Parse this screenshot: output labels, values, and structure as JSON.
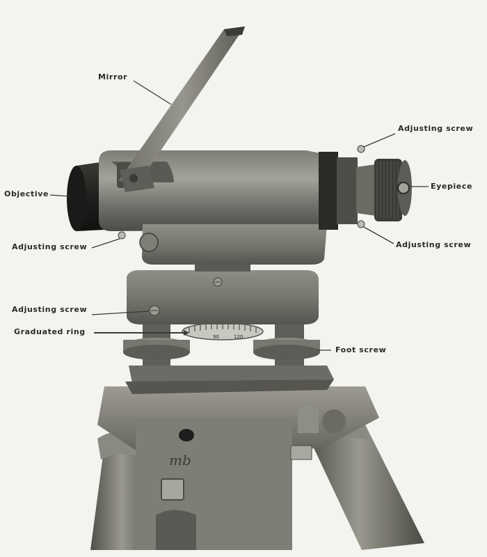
{
  "diagram": {
    "labels": {
      "mirror": "Mirror",
      "objective": "Objective",
      "adjusting_screw_left": "Adjusting screw",
      "adjusting_screw_top_right": "Adjusting screw",
      "eyepiece": "Eyepiece",
      "adjusting_screw_bottom_right": "Adjusting screw",
      "adjusting_screw_base": "Adjusting screw",
      "graduated_ring": "Graduated ring",
      "foot_screw": "Foot screw"
    },
    "ring_scale": [
      "90",
      "120"
    ],
    "maker_mark": "mb"
  }
}
